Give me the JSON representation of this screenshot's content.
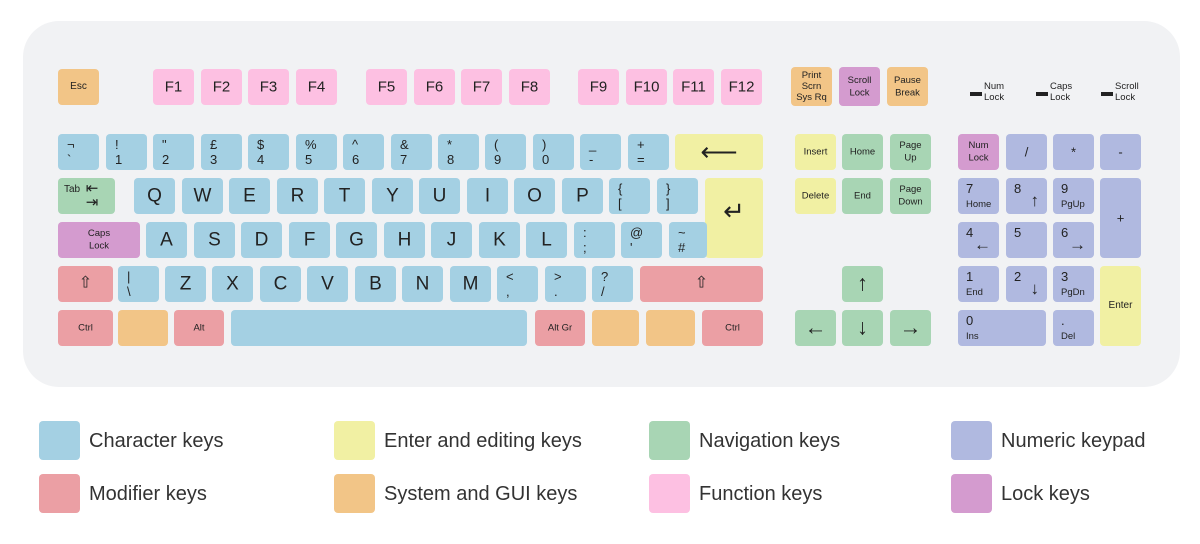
{
  "colors": {
    "character": "#a4d0e3",
    "editing": "#f1f0a3",
    "navigation": "#a8d5b4",
    "numeric": "#b0b9e0",
    "modifier": "#eb9fa4",
    "system": "#f2c587",
    "function": "#fdc0e2",
    "lock": "#d49bcf"
  },
  "lock_indicators": [
    {
      "line1": "Num",
      "line2": "Lock"
    },
    {
      "line1": "Caps",
      "line2": "Lock"
    },
    {
      "line1": "Scroll",
      "line2": "Lock"
    }
  ],
  "keys": {
    "esc": "Esc",
    "f1": "F1",
    "f2": "F2",
    "f3": "F3",
    "f4": "F4",
    "f5": "F5",
    "f6": "F6",
    "f7": "F7",
    "f8": "F8",
    "f9": "F9",
    "f10": "F10",
    "f11": "F11",
    "f12": "F12",
    "print_l1": "Print",
    "print_l2": "Scrn",
    "print_l3": "Sys Rq",
    "scroll_l1": "Scroll",
    "scroll_l2": "Lock",
    "pause_l1": "Pause",
    "pause_l2": "Break",
    "grave": [
      "¬",
      "`"
    ],
    "k1": [
      "!",
      "1"
    ],
    "k2": [
      "\"",
      "2"
    ],
    "k3": [
      "£",
      "3"
    ],
    "k4": [
      "$",
      "4"
    ],
    "k5": [
      "%",
      "5"
    ],
    "k6": [
      "^",
      "6"
    ],
    "k7": [
      "&",
      "7"
    ],
    "k8": [
      "*",
      "8"
    ],
    "k9": [
      "(",
      "9"
    ],
    "k0": [
      ")",
      "0"
    ],
    "minus": [
      "_",
      "-"
    ],
    "equals": [
      "+",
      "="
    ],
    "backspace_glyph": "⟵",
    "tab": "Tab",
    "tab_glyph": "⇤\n⇥",
    "enter_glyph": "↵",
    "q": "Q",
    "w": "W",
    "e": "E",
    "r": "R",
    "t": "T",
    "y": "Y",
    "u": "U",
    "i": "I",
    "o": "O",
    "p": "P",
    "lbracket": [
      "{",
      "["
    ],
    "rbracket": [
      "}",
      "]"
    ],
    "caps_l1": "Caps",
    "caps_l2": "Lock",
    "a": "A",
    "s": "S",
    "d": "D",
    "f": "F",
    "g": "G",
    "h": "H",
    "j": "J",
    "k": "K",
    "l": "L",
    "semicolon": [
      ":",
      ";"
    ],
    "quote": [
      "@",
      "'"
    ],
    "hash": [
      "~",
      "#"
    ],
    "shift_glyph": "⇧",
    "backslash": [
      "|",
      "\\"
    ],
    "z": "Z",
    "x": "X",
    "c": "C",
    "v": "V",
    "b": "B",
    "n": "N",
    "m": "M",
    "comma": [
      "<",
      ","
    ],
    "period": [
      ">",
      "."
    ],
    "slash": [
      "?",
      "/"
    ],
    "ctrl": "Ctrl",
    "alt": "Alt",
    "altgr": "Alt Gr",
    "insert": "Insert",
    "home": "Home",
    "pageup_l1": "Page",
    "pageup_l2": "Up",
    "delete": "Delete",
    "end": "End",
    "pagedown_l1": "Page",
    "pagedown_l2": "Down",
    "up_glyph": "↑",
    "left_glyph": "←",
    "down_glyph": "↓",
    "right_glyph": "→",
    "numlock_l1": "Num",
    "numlock_l2": "Lock",
    "np_slash": "/",
    "np_star": "*",
    "np_minus": "-",
    "np_plus": "+",
    "np7": [
      "7",
      "Home"
    ],
    "np8": [
      "8",
      "↑"
    ],
    "np9": [
      "9",
      "PgUp"
    ],
    "np4": [
      "4",
      "←"
    ],
    "np5": "5",
    "np6": [
      "6",
      "→"
    ],
    "np1": [
      "1",
      "End"
    ],
    "np2": [
      "2",
      "↓"
    ],
    "np3": [
      "3",
      "PgDn"
    ],
    "np0": [
      "0",
      "Ins"
    ],
    "npdot": [
      ".",
      "Del"
    ],
    "np_enter": "Enter"
  },
  "legend": [
    {
      "label": "Character keys",
      "color": "#a4d0e3"
    },
    {
      "label": "Enter and editing keys",
      "color": "#f1f0a3"
    },
    {
      "label": "Navigation keys",
      "color": "#a8d5b4"
    },
    {
      "label": "Numeric keypad",
      "color": "#b0b9e0"
    },
    {
      "label": "Modifier keys",
      "color": "#eb9fa4"
    },
    {
      "label": "System and GUI keys",
      "color": "#f2c587"
    },
    {
      "label": "Function keys",
      "color": "#fdc0e2"
    },
    {
      "label": "Lock keys",
      "color": "#d49bcf"
    }
  ]
}
